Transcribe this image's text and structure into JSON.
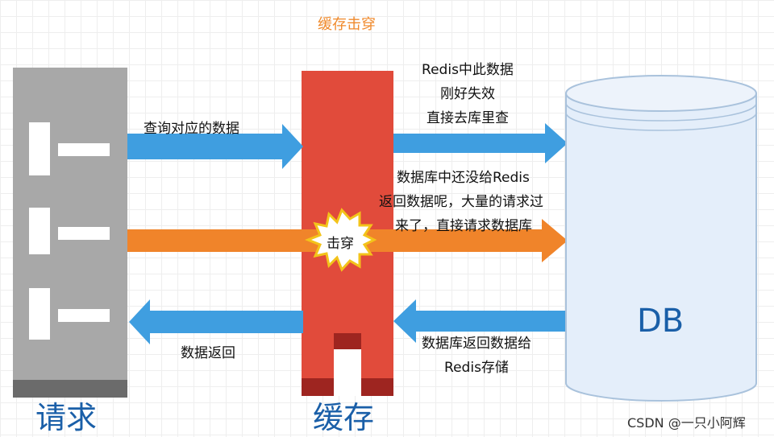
{
  "title": "缓存击穿",
  "labels": {
    "request": "请求",
    "cache": "缓存",
    "db": "DB",
    "burst": "击穿"
  },
  "arrows": {
    "query": "查询对应的数据",
    "redis_miss": [
      "Redis中此数据",
      "刚好失效",
      "直接去库里查"
    ],
    "no_data": [
      "数据库中还没给Redis",
      "返回数据呢，大量的请求过",
      "来了，直接请求数据库"
    ],
    "db_return": [
      "数据库返回数据给",
      "Redis存储"
    ],
    "data_return": "数据返回"
  },
  "watermark": "CSDN @一只小阿辉",
  "colors": {
    "blue_arrow": "#3f9ee0",
    "orange_arrow": "#f0842a",
    "cache_red": "#e14b3b",
    "server_gray": "#a8a8a8",
    "db_fill": "#e4eefa",
    "label_blue": "#1a5fa8",
    "title_orange": "#f08a2c"
  }
}
